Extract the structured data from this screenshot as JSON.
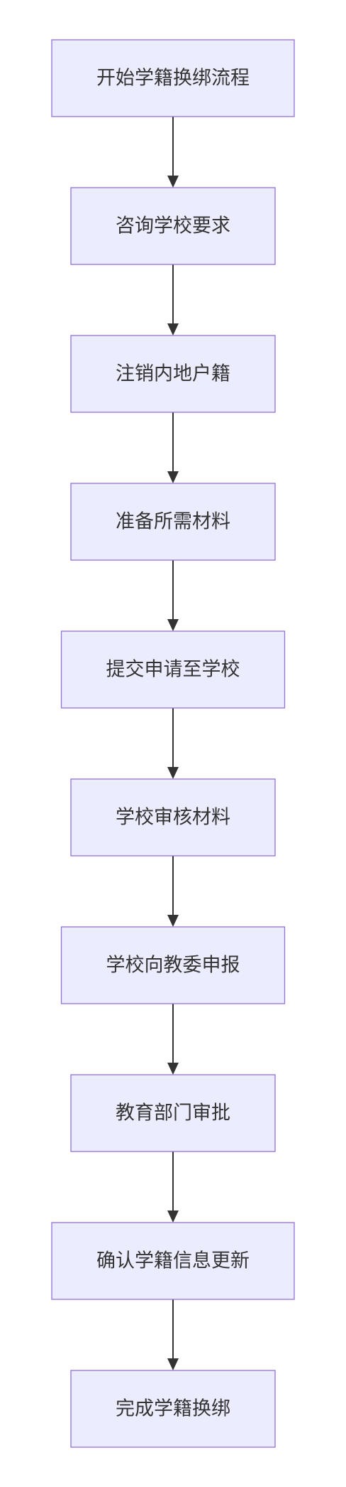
{
  "diagram": {
    "type": "flowchart",
    "direction": "top-to-bottom",
    "colors": {
      "node_fill": "#ECECFF",
      "node_border": "#9370DB",
      "edge": "#333333",
      "text": "#333333"
    },
    "nodes": [
      {
        "id": "n0",
        "label": "开始学籍换绑流程"
      },
      {
        "id": "n1",
        "label": "咨询学校要求"
      },
      {
        "id": "n2",
        "label": "注销内地户籍"
      },
      {
        "id": "n3",
        "label": "准备所需材料"
      },
      {
        "id": "n4",
        "label": "提交申请至学校"
      },
      {
        "id": "n5",
        "label": "学校审核材料"
      },
      {
        "id": "n6",
        "label": "学校向教委申报"
      },
      {
        "id": "n7",
        "label": "教育部门审批"
      },
      {
        "id": "n8",
        "label": "确认学籍信息更新"
      },
      {
        "id": "n9",
        "label": "完成学籍换绑"
      }
    ],
    "edges": [
      {
        "from": "n0",
        "to": "n1"
      },
      {
        "from": "n1",
        "to": "n2"
      },
      {
        "from": "n2",
        "to": "n3"
      },
      {
        "from": "n3",
        "to": "n4"
      },
      {
        "from": "n4",
        "to": "n5"
      },
      {
        "from": "n5",
        "to": "n6"
      },
      {
        "from": "n6",
        "to": "n7"
      },
      {
        "from": "n7",
        "to": "n8"
      },
      {
        "from": "n8",
        "to": "n9"
      }
    ]
  }
}
